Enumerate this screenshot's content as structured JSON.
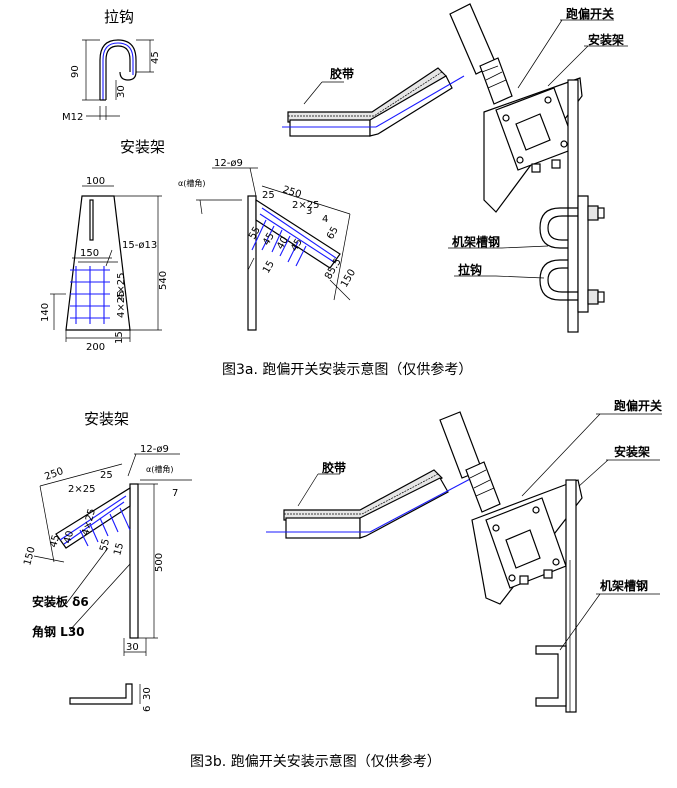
{
  "top": {
    "hook_title": "拉钩",
    "bracket_title": "安装架",
    "hook_dims": {
      "h90": "90",
      "h45": "45",
      "h30": "30",
      "m12": "M12"
    },
    "bracket_dims": {
      "w100": "100",
      "w150": "150",
      "holes": "15-ø13",
      "h540": "540",
      "h140": "140",
      "w200": "200",
      "d15": "15",
      "d4x25": "4×25",
      "d4x25b": "4×25"
    },
    "bend_dims": {
      "holes": "12-ø9",
      "angle": "α(槽角)",
      "w250": "250",
      "d25": "25",
      "d225": "2×25",
      "d3": "3",
      "d4": "4",
      "d45": "45",
      "d40": "40",
      "d45b": "45",
      "d55": "55",
      "d15": "15",
      "d65": "65",
      "d150": "150",
      "d85": "85.5"
    },
    "belt_label": "胶带",
    "switch_label": "跑偏开关",
    "mount_label": "安装架",
    "channel_label": "机架槽钢",
    "hook_label": "拉钩",
    "caption": "图3a. 跑偏开关安装示意图（仅供参考）"
  },
  "bottom": {
    "bracket_title": "安装架",
    "bend_dims": {
      "holes": "12-ø9",
      "angle": "α(槽角)",
      "w250": "250",
      "d25": "25",
      "d225": "2×25",
      "d7": "7",
      "d150": "150",
      "d45": "45",
      "d40": "40",
      "d75": "4×25",
      "d55": "55",
      "d15": "15",
      "d500": "500",
      "d30": "30",
      "d6": "6",
      "d30b": "30"
    },
    "plate_label": "安装板 δ6",
    "angle_label": "角钢 L30",
    "belt_label": "胶带",
    "switch_label": "跑偏开关",
    "mount_label": "安装架",
    "channel_label": "机架槽钢",
    "caption": "图3b. 跑偏开关安装示意图（仅供参考）"
  }
}
